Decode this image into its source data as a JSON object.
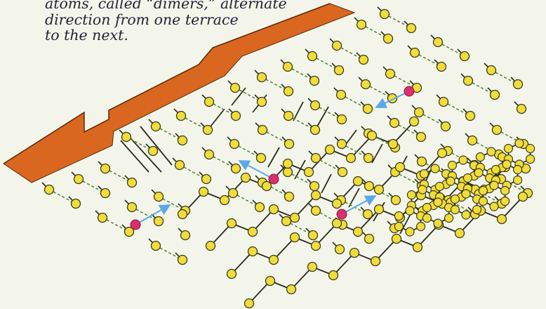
{
  "caption": {
    "line1": "atoms, called “dimers,” alternate",
    "line2": "direction from one terrace",
    "line3": "to the next."
  },
  "colors": {
    "background": "#f4f5ea",
    "step_face": "#d9671f",
    "step_edge": "#5a2a0c",
    "atom_fill": "#f0dd3a",
    "atom_stroke": "#3a3a22",
    "bond": "#2b2b1e",
    "dashed_bond": "#4f8a3a",
    "adatom": "#d8306a",
    "arrow": "#5aa8e8"
  },
  "icons": [
    "silicon-atom",
    "adatom",
    "motion-arrow",
    "terrace-step"
  ]
}
